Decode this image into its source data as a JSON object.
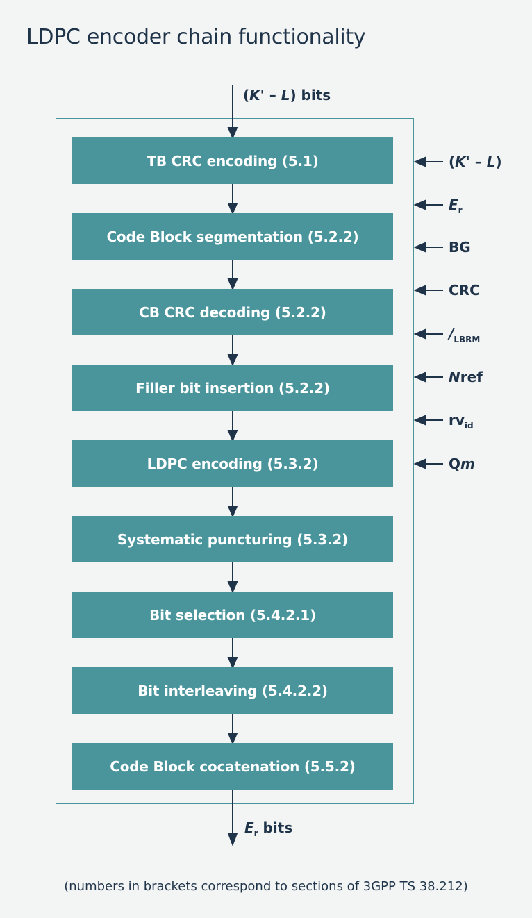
{
  "title": "LDPC encoder chain functionality",
  "input_label": {
    "pre": "(",
    "k": "K'",
    "dash": " – ",
    "l": "L",
    "post": ") bits"
  },
  "output_label": {
    "e": "E",
    "sub": "r",
    "post": " bits"
  },
  "blocks": [
    "TB CRC encoding (5.1)",
    "Code Block segmentation (5.2.2)",
    "CB CRC decoding (5.2.2)",
    "Filler bit insertion (5.2.2)",
    "LDPC encoding (5.3.2)",
    "Systematic puncturing (5.3.2)",
    "Bit selection (5.4.2.1)",
    "Bit interleaving (5.4.2.2)",
    "Code Block cocatenation (5.5.2)"
  ],
  "parameters": {
    "kl": {
      "pre": "(",
      "k": "K'",
      "dash": " – ",
      "l": "L",
      "post": ")"
    },
    "er": {
      "main": "E",
      "sub": "r"
    },
    "bg": "BG",
    "crc": "CRC",
    "lbrm": {
      "main": "/",
      "sub": "LBRM"
    },
    "nref": {
      "main": "N",
      "post": "ref"
    },
    "rvid": {
      "main": "rv",
      "sub": "id"
    },
    "qm": {
      "main": "Q",
      "post": "m"
    }
  },
  "footnote": "(numbers in brackets correspond to sections of 3GPP TS 38.212)",
  "colors": {
    "block": "#4a959c",
    "text": "#1f3349",
    "background": "#f3f5f5"
  }
}
